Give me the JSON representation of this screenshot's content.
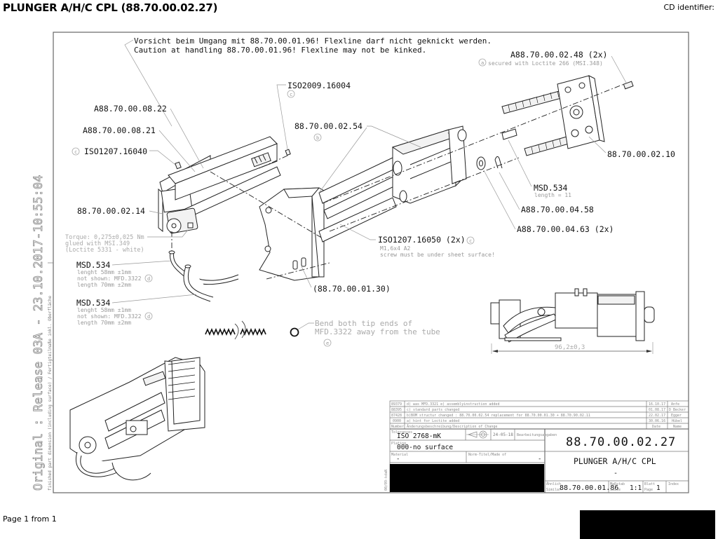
{
  "header": {
    "title": "PLUNGER A/H/C CPL (88.70.00.02.27)",
    "cd_identifier_label": "CD identifier:"
  },
  "footer": {
    "page_text": "Page 1 from 1"
  },
  "drawing": {
    "notes": {
      "caution_de": "Vorsicht beim Umgang mit 88.70.00.01.96! Flexline darf nicht geknickt werden.",
      "caution_en": "Caution at handling 88.70.00.01.96! Flexline may not be kinked."
    },
    "callouts": {
      "a88_70_00_02_48": "A88.70.00.02.48 (2x)",
      "a88_70_00_02_48_note_marker": "a",
      "a88_70_00_02_48_note": "secured with Loctite 266 (MSI.348)",
      "iso2009": "ISO2009.16004",
      "iso2009_marker": "c",
      "a88_70_00_08_22": "A88.70.00.08.22",
      "a88_70_00_08_21": "A88.70.00.08.21",
      "iso1207_16040_marker": "c",
      "iso1207_16040": "ISO1207.16040",
      "p88_70_00_02_54": "88.70.00.02.54",
      "p88_70_00_02_54_marker": "b",
      "p88_70_00_02_10": "88.70.00.02.10",
      "msd534_right": "MSD.534",
      "msd534_right_note": "length = 11",
      "a88_70_00_04_58": "A88.70.00.04.58",
      "a88_70_00_04_63": "A88.70.00.04.63 (2x)",
      "p88_70_00_02_14": "88.70.00.02.14",
      "torque_line1": "Torque: 0,275±0,025 Nm",
      "torque_line2": "glued with MSI.349",
      "torque_line3": "(Loctite 5331 - white)",
      "iso1207_16050": "ISO1207.16050 (2x)",
      "iso1207_16050_marker": "c",
      "iso1207_16050_note1": "M1,6x4 A2",
      "iso1207_16050_note2": "screw must be under sheet surface!",
      "msd534_a": "MSD.534",
      "msd534_a_line1": "lenght 58mm ±1mm",
      "msd534_a_line2": "not shown: MFD.3322",
      "msd534_a_marker": "d",
      "msd534_a_line3": "length 70mm ±2mm",
      "p88_70_00_01_30": "(88.70.00.01.30)",
      "msd534_b": "MSD.534",
      "msd534_b_line1": "lenght 58mm ±1mm",
      "msd534_b_line2": "not shown: MFD.3322",
      "msd534_b_marker": "d",
      "msd534_b_line3": "length 70mm ±2mm",
      "bend_line1": "Bend both tip ends of",
      "bend_line2": "MFD.3322 away from the tube",
      "bend_marker": "e",
      "dimension": "96,2±0,3"
    },
    "side_stamp": {
      "release": "Original : Release 03A - 23.10.2017-10:55:04",
      "surface_note": "finished part dimension (including surface) / Fertigteilmaße inkl. Oberfläche"
    }
  },
  "title_block": {
    "revisions": [
      {
        "number": "89379",
        "description": "d) was MFD.3321   e) assemblyinstruction added",
        "date": "16.10.17",
        "name": "Anfe"
      },
      {
        "number": "88395",
        "description": "c) standard parts changed",
        "date": "01.08.17",
        "name": "D Becker"
      },
      {
        "number": "87428",
        "description": "b)BOM structur changed : 88.70.00.02.54 replacement for 88.70.00.01.30 + 88.70.90.02.11",
        "date": "22.02.17",
        "name": "Egger"
      },
      {
        "number": "0900",
        "description": "a) hint for Loctite added",
        "date": "30.06.16",
        "name": "Hübel"
      }
    ],
    "revision_headers": {
      "number": "Number",
      "description": "Änderungsbeschreibung/Description of Change",
      "date": "Date",
      "name": "Name"
    },
    "tolerances_label": "Tolerances",
    "tolerances_value": "ISO 2768-mK",
    "projection_date": "24-05-18",
    "edges_label": "Bearbeitungsangaben",
    "plating_label": "Plating",
    "plating_value": "000-no surface",
    "material_label": "Material",
    "material_value": "-",
    "norm_label": "Norm-Titel/Made of",
    "norm_value": "-",
    "drawing_number": "88.70.00.02.27",
    "drawing_title": "PLUNGER A/H/C CPL",
    "drawing_subtitle": "-",
    "similar_label_1": "Ähnlich",
    "similar_label_2": "Similar",
    "similar_value": "88.70.00.01.86",
    "scale_label_1": "Maßstab",
    "scale_label_2": "Scale",
    "scale_value": "1:1",
    "page_label_1": "Blatt",
    "page_label_2": "Page",
    "page_value": "1",
    "index_label": "Index",
    "side_code": "00/09-kdaN"
  }
}
